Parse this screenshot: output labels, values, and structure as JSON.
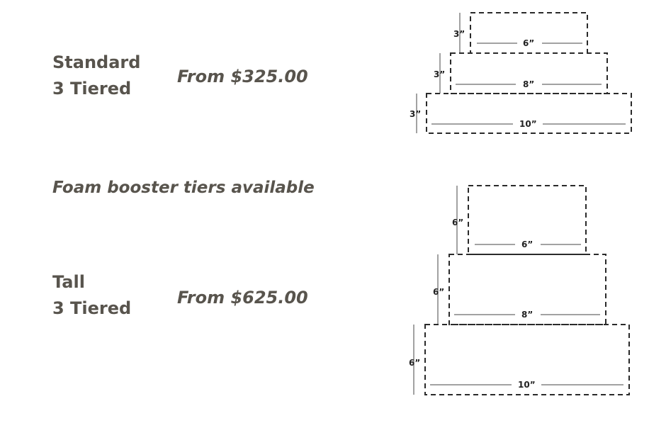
{
  "cakes": [
    {
      "name_line1": "Standard",
      "name_line2": "3 Tiered",
      "price": "From $325.00",
      "tiers": [
        {
          "width": "6”",
          "height": "3”"
        },
        {
          "width": "8”",
          "height": "3”"
        },
        {
          "width": "10”",
          "height": "3”"
        }
      ]
    },
    {
      "name_line1": "Tall",
      "name_line2": "3 Tiered",
      "price": "From $625.00",
      "tiers": [
        {
          "width": "6”",
          "height": "6”"
        },
        {
          "width": "8”",
          "height": "6”"
        },
        {
          "width": "10”",
          "height": "6”"
        }
      ]
    }
  ],
  "note": "Foam booster tiers available"
}
